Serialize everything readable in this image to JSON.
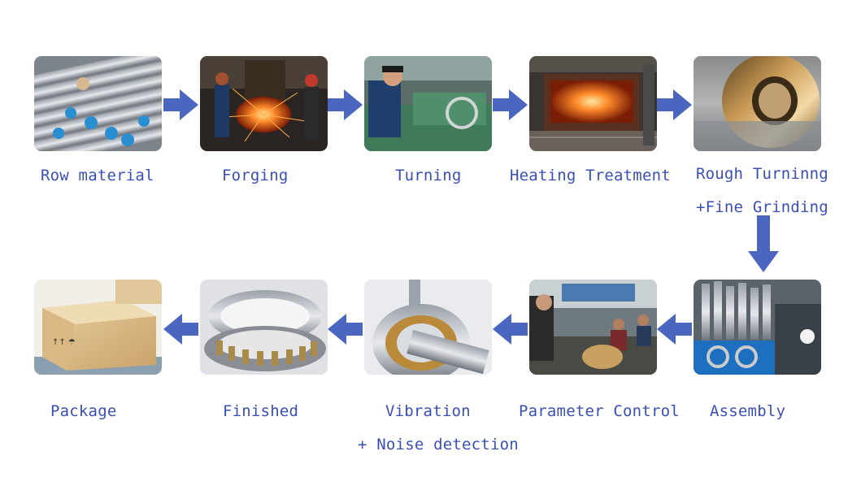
{
  "colors": {
    "arrow": "#4a66bf",
    "label": "#3a4fb5",
    "background": "#ffffff"
  },
  "steps": [
    {
      "label": "Row material",
      "image": "steel-bars-photo"
    },
    {
      "label": "Forging",
      "image": "forging-photo"
    },
    {
      "label": "Turning",
      "image": "lathe-turning-photo"
    },
    {
      "label": "Heating Treatment",
      "image": "furnace-photo"
    },
    {
      "label": "Rough Turninng",
      "label2": "+Fine Grinding",
      "image": "bearing-ring-closeup-photo"
    },
    {
      "label": "Assembly",
      "image": "assembly-workstation-photo"
    },
    {
      "label": "Parameter Control",
      "image": "workers-inspection-photo"
    },
    {
      "label": "Vibration",
      "label2": "+ Noise detection",
      "image": "vibration-test-photo"
    },
    {
      "label": "Finished",
      "image": "finished-bearing-photo"
    },
    {
      "label": "Package",
      "image": "wooden-crate-photo"
    }
  ]
}
